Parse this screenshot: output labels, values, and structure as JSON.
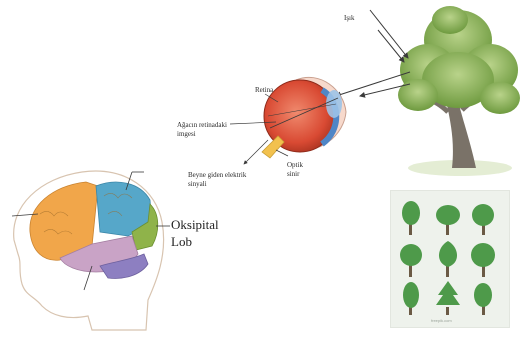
{
  "diagram": {
    "labels": {
      "light": "Işık",
      "retina": "Retina",
      "image_on_retina_line1": "Ağacın retinadaki",
      "image_on_retina_line2": "imgesi",
      "signal_to_brain_line1": "Beyne giden elektrik",
      "signal_to_brain_line2": "sinyali",
      "optic_nerve_line1": "Optik",
      "optic_nerve_line2": "sinir",
      "occipital_line1": "Oksipital",
      "occipital_line2": "Lob"
    },
    "icons": {
      "tree": "tree-illustration",
      "eye": "eye-cross-section-illustration",
      "brain": "brain-lobes-illustration",
      "tree_panel": "tree-icons-grid"
    },
    "colors": {
      "arrow": "#3a3a3a",
      "tree_foliage": "#7fa64a",
      "tree_trunk": "#7a7268",
      "eye_red": "#d94a33",
      "eye_blue": "#4f86c6",
      "optic_nerve": "#f2c14e",
      "brain_orange": "#f1a64a",
      "brain_blue": "#56a7c9",
      "brain_green": "#8fb34a",
      "brain_pink": "#c9a3c6",
      "brain_purple": "#8d7fc1",
      "panel_tree_green": "#4e9a4a"
    },
    "panel": {
      "watermark": "freepik.com"
    }
  }
}
